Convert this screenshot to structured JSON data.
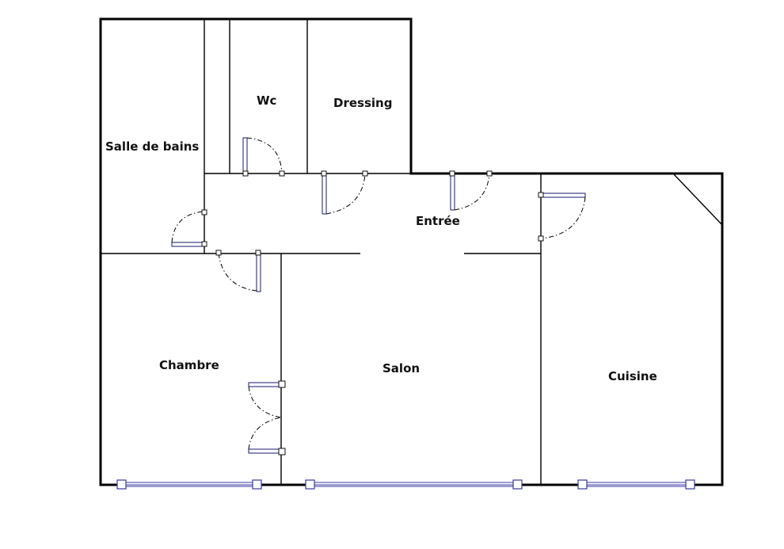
{
  "rooms": {
    "salle_de_bains": "Salle de bains",
    "wc": "Wc",
    "dressing": "Dressing",
    "entree": "Entrée",
    "chambre": "Chambre",
    "salon": "Salon",
    "cuisine": "Cuisine"
  },
  "colors": {
    "walls": "#000000",
    "doors_windows": "#3a3aa0",
    "background": "#ffffff"
  }
}
